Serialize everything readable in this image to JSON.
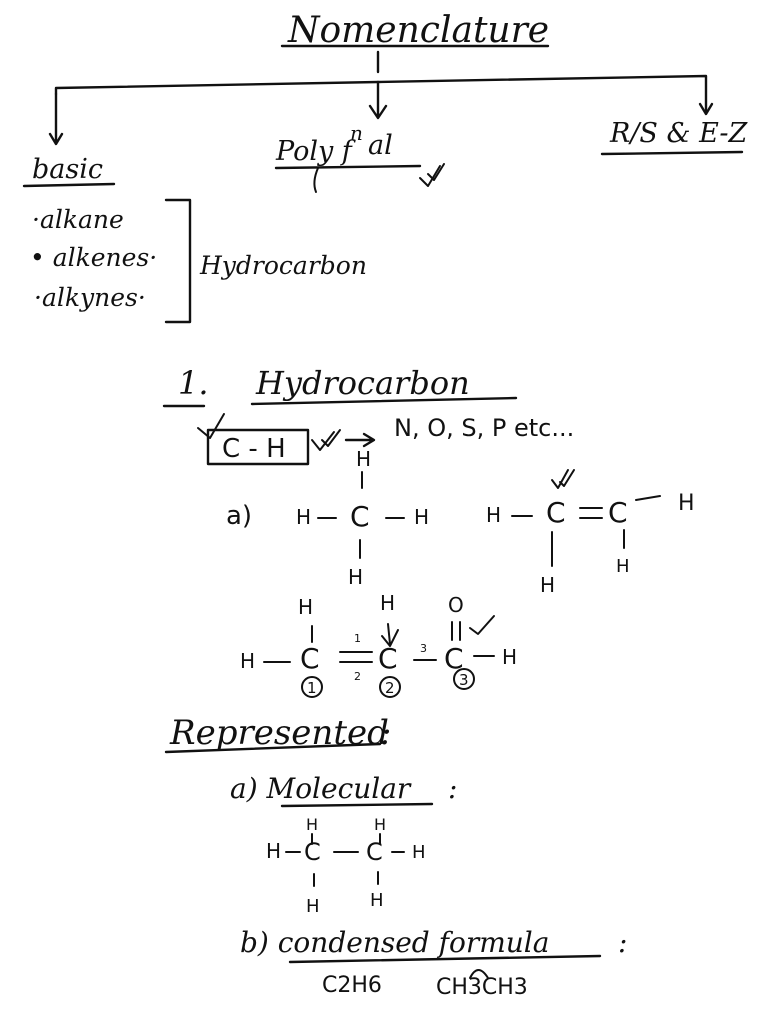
{
  "title": "Nomenclature",
  "branches": {
    "basic": "basic",
    "poly": "Poly f",
    "poly_sup": "n",
    "poly_tail": "al",
    "rs": "R/S & E-Z"
  },
  "basic_list": [
    "·alkane",
    "• alkenes·",
    "·alkynes·"
  ],
  "basic_group": "Hydrocarbon",
  "section": {
    "number": "1.",
    "heading": "Hydrocarbon",
    "bond_box": "C - H",
    "arrow_text": "N, O, S, P etc...",
    "part_a": "a)"
  },
  "atoms": {
    "C": "C",
    "H": "H",
    "O": "O"
  },
  "carbon_numbers": [
    "1",
    "2",
    "3"
  ],
  "bond_numbers": [
    "1",
    "2",
    "3"
  ],
  "represented": {
    "heading": "Represented",
    "colon": ":",
    "molecular_label": "a) Molecular",
    "condensed_label": "b) condensed formula",
    "formula_1": "C2H6",
    "formula_2": "CH3CH3"
  }
}
